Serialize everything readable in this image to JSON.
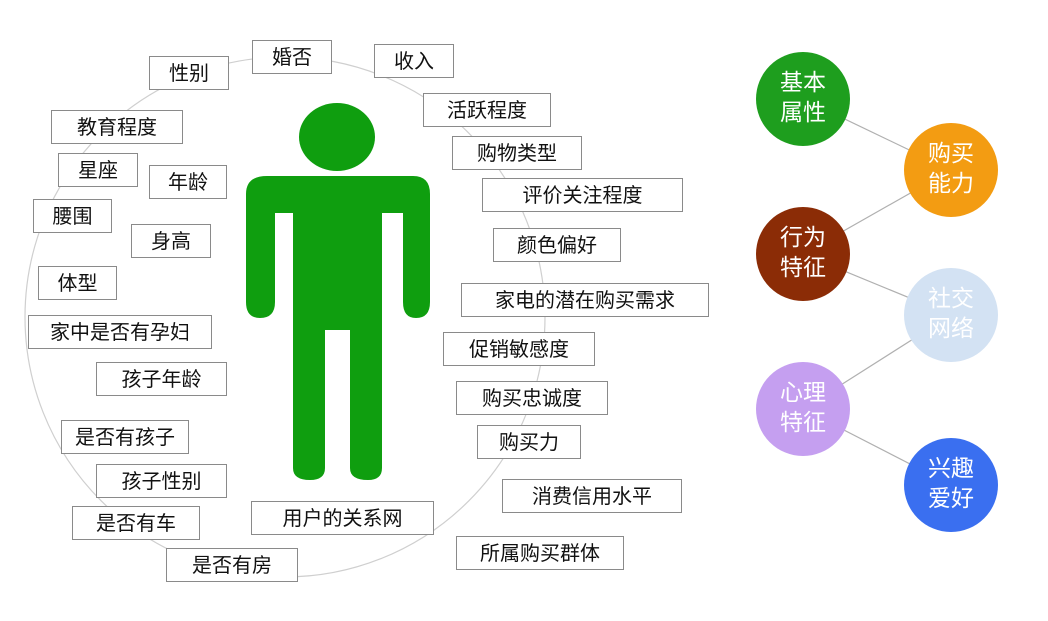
{
  "left_tags": [
    {
      "label": "婚否"
    },
    {
      "label": "收入"
    },
    {
      "label": "性别"
    },
    {
      "label": "活跃程度"
    },
    {
      "label": "教育程度"
    },
    {
      "label": "购物类型"
    },
    {
      "label": "星座"
    },
    {
      "label": "年龄"
    },
    {
      "label": "评价关注程度"
    },
    {
      "label": "腰围"
    },
    {
      "label": "身高"
    },
    {
      "label": "颜色偏好"
    },
    {
      "label": "体型"
    },
    {
      "label": "家电的潜在购买需求"
    },
    {
      "label": "家中是否有孕妇"
    },
    {
      "label": "促销敏感度"
    },
    {
      "label": "孩子年龄"
    },
    {
      "label": "购买忠诚度"
    },
    {
      "label": "是否有孩子"
    },
    {
      "label": "购买力"
    },
    {
      "label": "孩子性别"
    },
    {
      "label": "消费信用水平"
    },
    {
      "label": "是否有车"
    },
    {
      "label": "用户的关系网"
    },
    {
      "label": "所属购买群体"
    },
    {
      "label": "是否有房"
    }
  ],
  "figure": {
    "color": "#0f9e0f"
  },
  "right_circles": [
    {
      "line1": "基本",
      "line2": "属性",
      "color": "#1e9e1e"
    },
    {
      "line1": "购买",
      "line2": "能力",
      "color": "#f39c12"
    },
    {
      "line1": "行为",
      "line2": "特征",
      "color": "#8b2c06"
    },
    {
      "line1": "社交",
      "line2": "网络",
      "color": "#d3e2f3"
    },
    {
      "line1": "心理",
      "line2": "特征",
      "color": "#c59ff0"
    },
    {
      "line1": "兴趣",
      "line2": "爱好",
      "color": "#3a6ff0"
    }
  ]
}
